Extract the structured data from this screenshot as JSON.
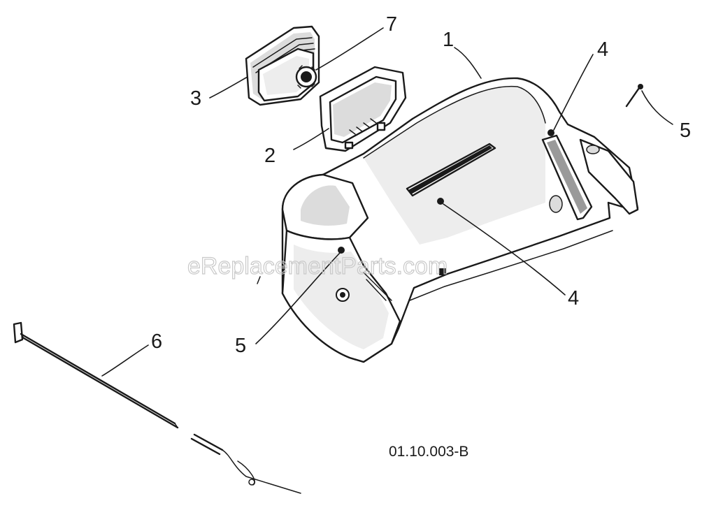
{
  "watermark": "eReplacementParts.com",
  "drawing_code": "01.10.003-B",
  "callouts": {
    "c1": "1",
    "c2": "2",
    "c3": "3",
    "c4a": "4",
    "c4b": "4",
    "c5a": "5",
    "c5b": "5",
    "c6": "6",
    "c7": "7"
  },
  "colors": {
    "ink": "#1a1a1a",
    "shade": "#dcdcdc",
    "watermark": "#c9c9c9"
  }
}
